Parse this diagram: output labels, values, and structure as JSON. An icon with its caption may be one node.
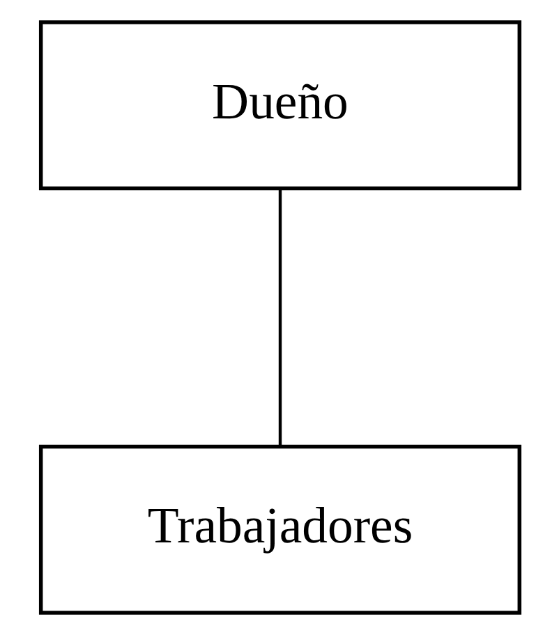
{
  "diagram": {
    "nodes": [
      {
        "text": [
          "Dueño"
        ]
      },
      {
        "text": [
          "Trabajadores"
        ]
      }
    ],
    "edges": [
      {
        "from": 0,
        "to": 1,
        "arrow": "none"
      }
    ]
  }
}
